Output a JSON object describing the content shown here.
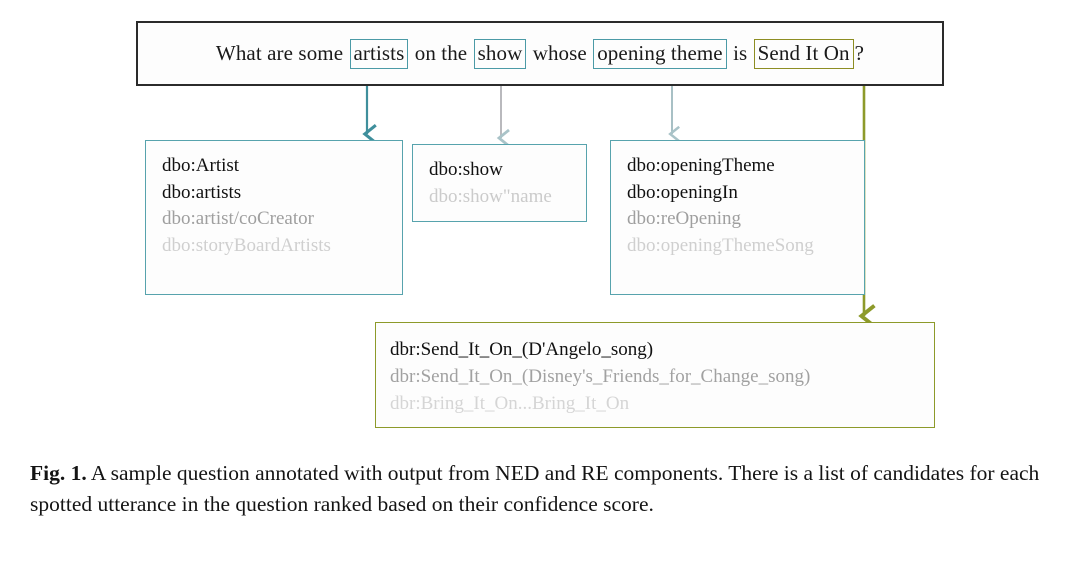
{
  "figure": {
    "question": {
      "prefix": "What are some ",
      "tokens": [
        {
          "text": "artists",
          "highlight": "teal",
          "spotted": true
        },
        {
          "text": " on the ",
          "highlight": "none",
          "spotted": false
        },
        {
          "text": "show",
          "highlight": "teal",
          "spotted": true
        },
        {
          "text": " whose ",
          "highlight": "none",
          "spotted": false
        },
        {
          "text": "opening theme",
          "highlight": "teal",
          "spotted": true
        },
        {
          "text": " is ",
          "highlight": "none",
          "spotted": false
        },
        {
          "text": "Send It On",
          "highlight": "olive",
          "spotted": true
        },
        {
          "text": "?",
          "highlight": "none",
          "spotted": false
        }
      ],
      "full_text": "What are some artists on the show whose opening theme is Send It On?"
    },
    "candidate_boxes": [
      {
        "id": "box-artist",
        "source_utterance": "artists",
        "border_color": "teal",
        "candidates": [
          {
            "label": "dbo:Artist",
            "rank": 0
          },
          {
            "label": "dbo:artists",
            "rank": 1
          },
          {
            "label": "dbo:artist/coCreator",
            "rank": 2
          },
          {
            "label": "dbo:storyBoardArtists",
            "rank": 3
          }
        ]
      },
      {
        "id": "box-show",
        "source_utterance": "show",
        "border_color": "teal",
        "candidates": [
          {
            "label": "dbo:show",
            "rank": 0
          },
          {
            "label": "dbo:show\"name",
            "rank": 1
          }
        ]
      },
      {
        "id": "box-opening",
        "source_utterance": "opening theme",
        "border_color": "teal",
        "candidates": [
          {
            "label": "dbo:openingTheme",
            "rank": 0
          },
          {
            "label": "dbo:openingIn",
            "rank": 1
          },
          {
            "label": "dbo:reOpening",
            "rank": 2
          },
          {
            "label": "dbo:openingThemeSong",
            "rank": 3
          }
        ]
      },
      {
        "id": "box-entity",
        "source_utterance": "Send It On",
        "border_color": "olive",
        "candidates": [
          {
            "label": "dbr:Send_It_On_(D'Angelo_song)",
            "rank": 0
          },
          {
            "label": "dbr:Send_It_On_(Disney's_Friends_for_Change_song)",
            "rank": 1
          },
          {
            "label": "dbr:Bring_It_On...Bring_It_On",
            "rank": 2
          }
        ]
      }
    ],
    "colors": {
      "teal": "#57a3ad",
      "olive": "#8d9a2a",
      "question_border": "#2b2b2b",
      "faded_text": "#c8c8c8",
      "strong_text": "#111111"
    }
  },
  "caption": {
    "label": "Fig. 1.",
    "text": " A sample question annotated with output from NED and RE components. There is a list of candidates for each spotted utterance in the question ranked based on their confidence score."
  }
}
